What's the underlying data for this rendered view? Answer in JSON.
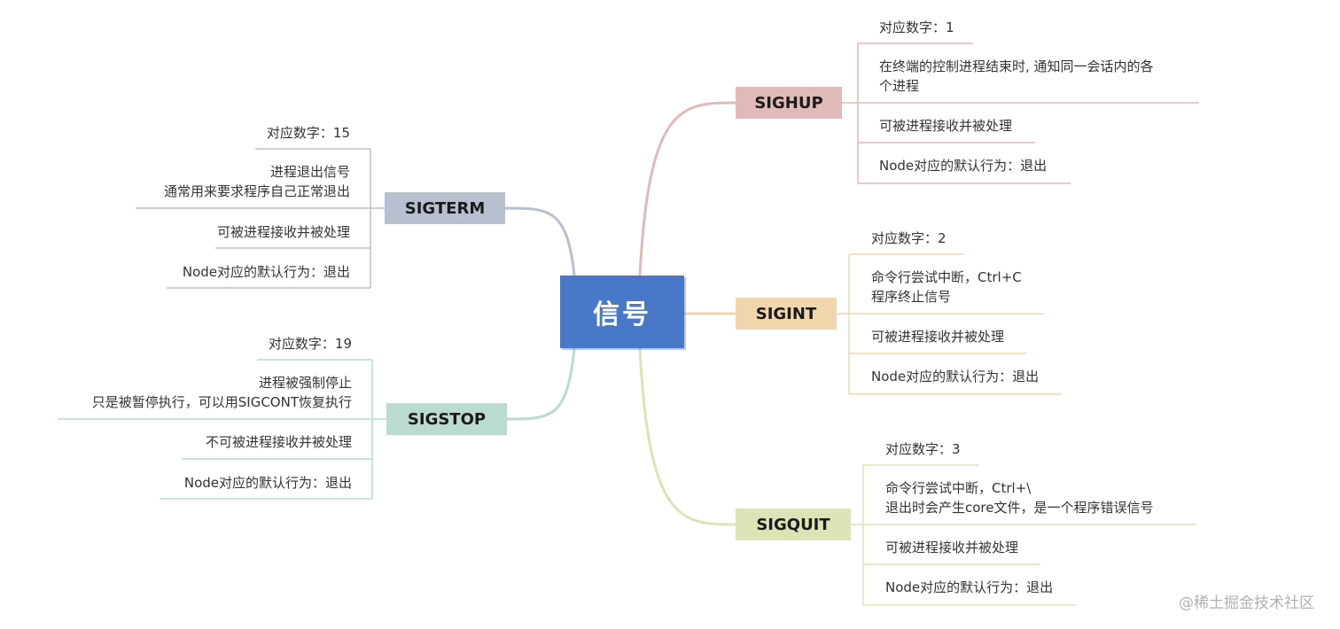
{
  "center": {
    "label": "信号"
  },
  "nodes": [
    {
      "id": "sighup",
      "label": "SIGHUP",
      "color": "#e2b9b9",
      "leaves": [
        "对应数字：1",
        "在终端的控制进程结束时, 通知同一会话内的各\n个进程",
        "可被进程接收并被处理",
        "Node对应的默认行为：退出"
      ]
    },
    {
      "id": "sigint",
      "label": "SIGINT",
      "color": "#f0d5ad",
      "leaves": [
        "对应数字：2",
        "命令行尝试中断，Ctrl+C\n程序终止信号",
        "可被进程接收并被处理",
        "Node对应的默认行为：退出"
      ]
    },
    {
      "id": "sigquit",
      "label": "SIGQUIT",
      "color": "#dde3b6",
      "leaves": [
        "对应数字：3",
        "命令行尝试中断，Ctrl+\\\n退出时会产生core文件，是一个程序错误信号",
        "可被进程接收并被处理",
        "Node对应的默认行为：退出"
      ]
    },
    {
      "id": "sigterm",
      "label": "SIGTERM",
      "color": "#b8bfcf",
      "leaves": [
        "对应数字：15",
        "进程退出信号\n通常用来要求程序自己正常退出",
        "可被进程接收并被处理",
        "Node对应的默认行为：退出"
      ]
    },
    {
      "id": "sigstop",
      "label": "SIGSTOP",
      "color": "#b9dccf",
      "leaves": [
        "对应数字：19",
        "进程被强制停止\n只是被暂停执行，可以用SIGCONT恢复执行",
        "不可被进程接收并被处理",
        "Node对应的默认行为：退出"
      ]
    }
  ],
  "watermark": "@稀土掘金技术社区"
}
